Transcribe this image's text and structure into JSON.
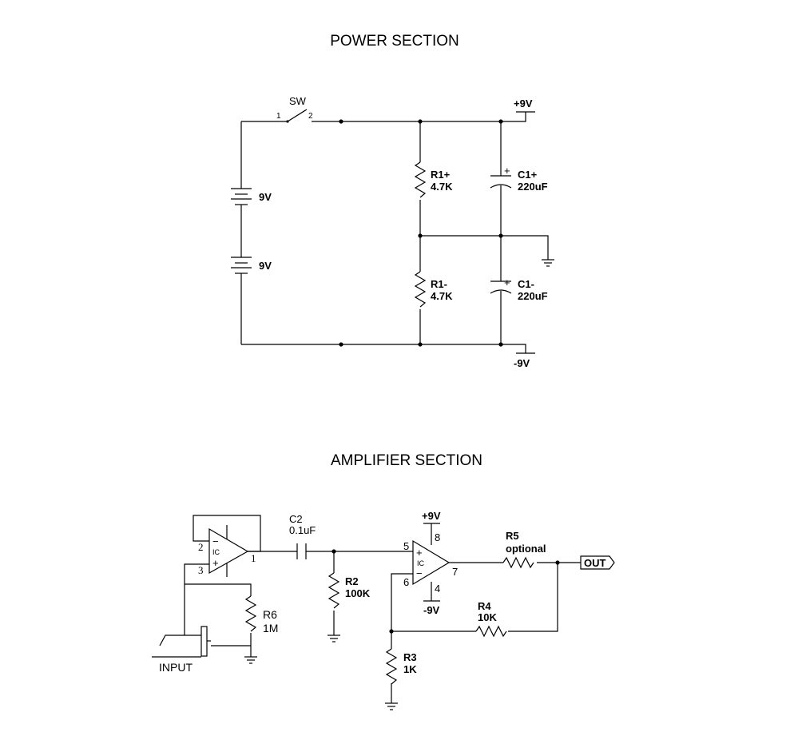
{
  "power": {
    "title": "POWER SECTION",
    "switch": {
      "name": "SW",
      "pin1": "1",
      "pin2": "2"
    },
    "battery_top": "9V",
    "battery_bottom": "9V",
    "r1p": {
      "name": "R1+",
      "value": "4.7K"
    },
    "r1m": {
      "name": "R1-",
      "value": "4.7K"
    },
    "c1p": {
      "name": "C1+",
      "value": "220uF"
    },
    "c1m": {
      "name": "C1-",
      "value": "220uF"
    },
    "cap_polarity": "+",
    "vpos": "+9V",
    "vneg": "-9V"
  },
  "amp": {
    "title": "AMPLIFIER SECTION",
    "ic1": {
      "label": "IC",
      "pin_minus": "2",
      "pin_plus": "3",
      "pin_out": "1",
      "minus": "−",
      "plus": "+"
    },
    "ic2": {
      "label": "IC",
      "pin_plus": "5",
      "pin_minus": "6",
      "pin_out": "7",
      "pin_vpos": "8",
      "pin_vneg": "4",
      "minus": "−",
      "plus": "+"
    },
    "c2": {
      "name": "C2",
      "value": "0.1uF"
    },
    "r2": {
      "name": "R2",
      "value": "100K"
    },
    "r3": {
      "name": "R3",
      "value": "1K"
    },
    "r4": {
      "name": "R4",
      "value": "10K"
    },
    "r5": {
      "name": "R5",
      "value": "optional"
    },
    "r6": {
      "name": "R6",
      "value": "1M"
    },
    "vpos": "+9V",
    "vneg": "-9V",
    "input": "INPUT",
    "out": "OUT"
  }
}
